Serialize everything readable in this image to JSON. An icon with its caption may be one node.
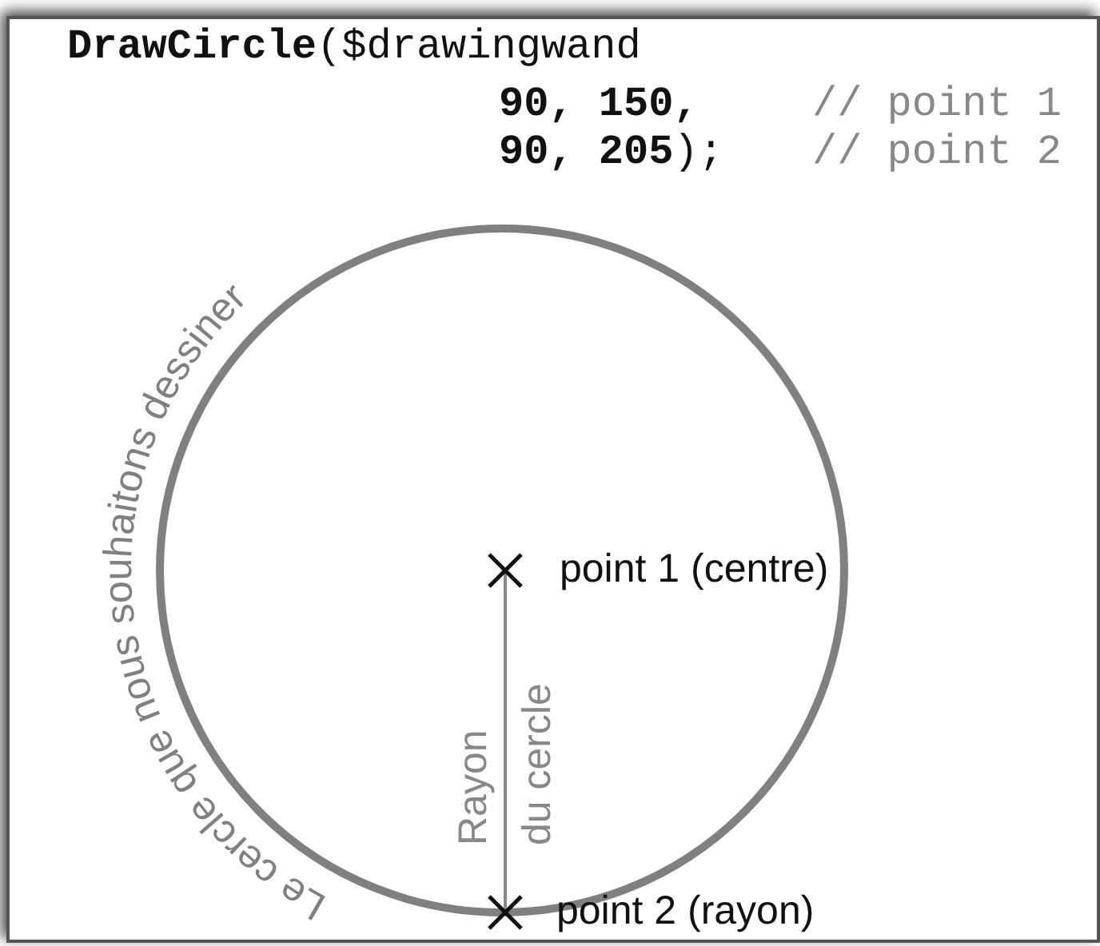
{
  "diagram": {
    "labels": [
      "**DrawCircle**($drawingwand",
      "**90, 150,**",
      "// point 1",
      "**90, 205**);",
      "// point 2",
      "Le cercle que nous souhaitons dessiner",
      "point 1 (centre)",
      "Rayon du cercle",
      "point 2 (rayon)"
    ]
  }
}
